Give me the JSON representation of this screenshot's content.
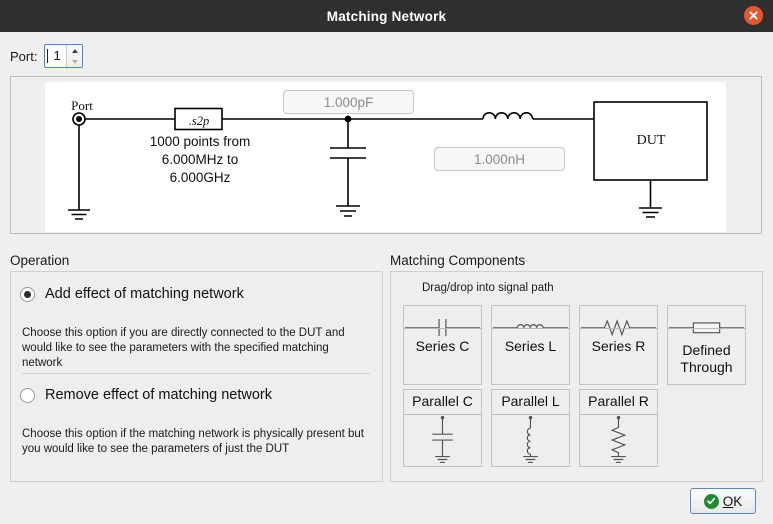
{
  "window": {
    "title": "Matching Network",
    "close_icon": "close-icon"
  },
  "port": {
    "label": "Port:",
    "value": "1"
  },
  "diagram": {
    "port_label": "Port",
    "s2p_label": ".s2p",
    "sweep_text": "1000 points from\n6.000MHz to\n6.000GHz",
    "dut_label": "DUT",
    "cap_value_placeholder": "1.000pF",
    "ind_value_placeholder": "1.000nH"
  },
  "operation": {
    "title": "Operation",
    "options": [
      {
        "label": "Add effect of matching network",
        "selected": true,
        "help": "Choose this option if you are directly connected to the DUT and would like to see the parameters with the specified matching network"
      },
      {
        "label": "Remove effect of matching network",
        "selected": false,
        "help": "Choose this option if the matching network is physically present but you would like to see the parameters of just the DUT"
      }
    ]
  },
  "matching_components": {
    "title": "Matching Components",
    "hint": "Drag/drop into signal path",
    "series": [
      {
        "label": "Series C",
        "symbol": "capacitor-icon"
      },
      {
        "label": "Series L",
        "symbol": "inductor-icon"
      },
      {
        "label": "Series R",
        "symbol": "resistor-icon"
      },
      {
        "label": "Defined\nThrough",
        "symbol": "through-box-icon"
      }
    ],
    "parallel": [
      {
        "label": "Parallel C",
        "symbol": "shunt-capacitor-icon"
      },
      {
        "label": "Parallel L",
        "symbol": "shunt-inductor-icon"
      },
      {
        "label": "Parallel R",
        "symbol": "shunt-resistor-icon"
      }
    ]
  },
  "buttons": {
    "ok_accel": "O",
    "ok_rest": "K"
  },
  "colors": {
    "titlebar": "#2f2f2f",
    "close": "#e8542b",
    "accent": "#4a86c8",
    "ok_check": "#1e8a32",
    "panel": "#efefef"
  }
}
